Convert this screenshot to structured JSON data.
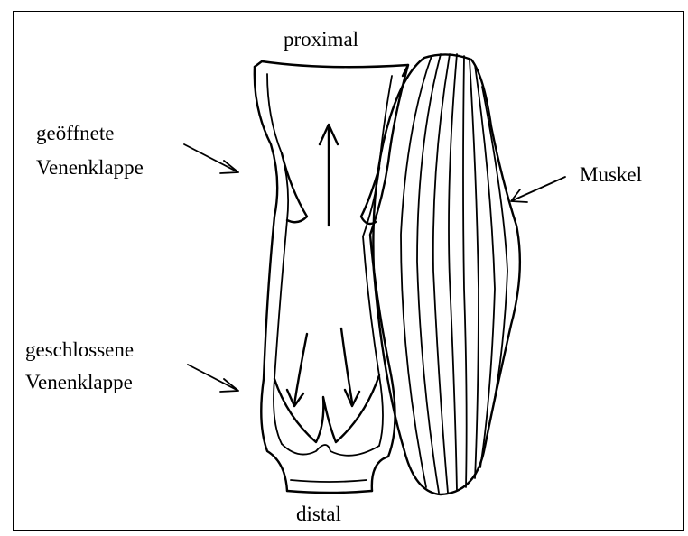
{
  "labels": {
    "proximal": "proximal",
    "distal": "distal",
    "muscle": "Muskel",
    "open_valve_line1": "geöffnete",
    "open_valve_line2": "Venenklappe",
    "closed_valve_line1": "geschlossene",
    "closed_valve_line2": "Venenklappe"
  },
  "colors": {
    "ink": "#000000",
    "background": "#ffffff"
  }
}
